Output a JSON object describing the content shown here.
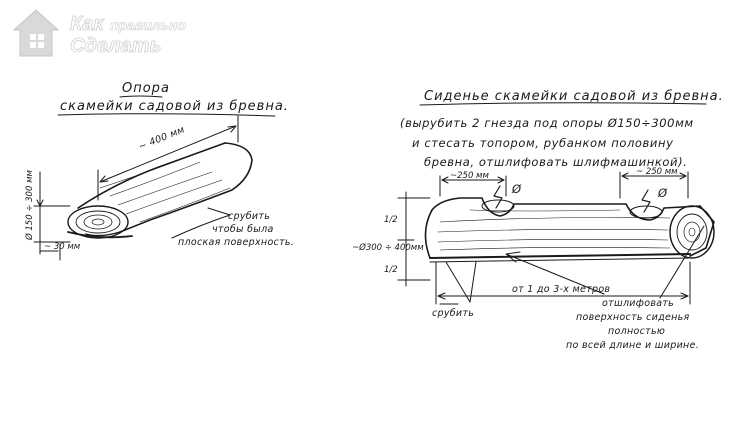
{
  "logo": {
    "line1_big": "Как",
    "line1_small": "правильно",
    "line2": "Сделать"
  },
  "support": {
    "title_line1": "Опора",
    "title_line2": "скамейки садовой из бревна.",
    "length_dim": "~ 400 мм",
    "diameter_dim": "Ø 150 ÷ 300 мм",
    "cut_dim": "~ 30 мм",
    "note_line1": "срубить",
    "note_line2": "чтобы была",
    "note_line3": "плоская поверхность."
  },
  "seat": {
    "title": "Сиденье скамейки садовой из бревна.",
    "instr_line1": "(вырубить 2 гнезда под опоры Ø150÷300мм",
    "instr_line2": "и стесать топором, рубанком половину",
    "instr_line3": "бревна, отшлифовать шлифмашинкой).",
    "left_socket_dim": "~250 мм",
    "right_socket_dim": "~ 250 мм",
    "phi_left": "Ø",
    "phi_right": "Ø",
    "half_top": "1/2",
    "half_bottom": "1/2",
    "diameter_dim": "~Ø300 ÷ 400мм",
    "length_dim": "от 1 до 3-х метров",
    "cut_label": "срубить",
    "polish_line1": "отшлифовать",
    "polish_line2": "поверхность сиденья",
    "polish_line3": "полностью",
    "polish_line4": "по всей длине и ширине."
  }
}
